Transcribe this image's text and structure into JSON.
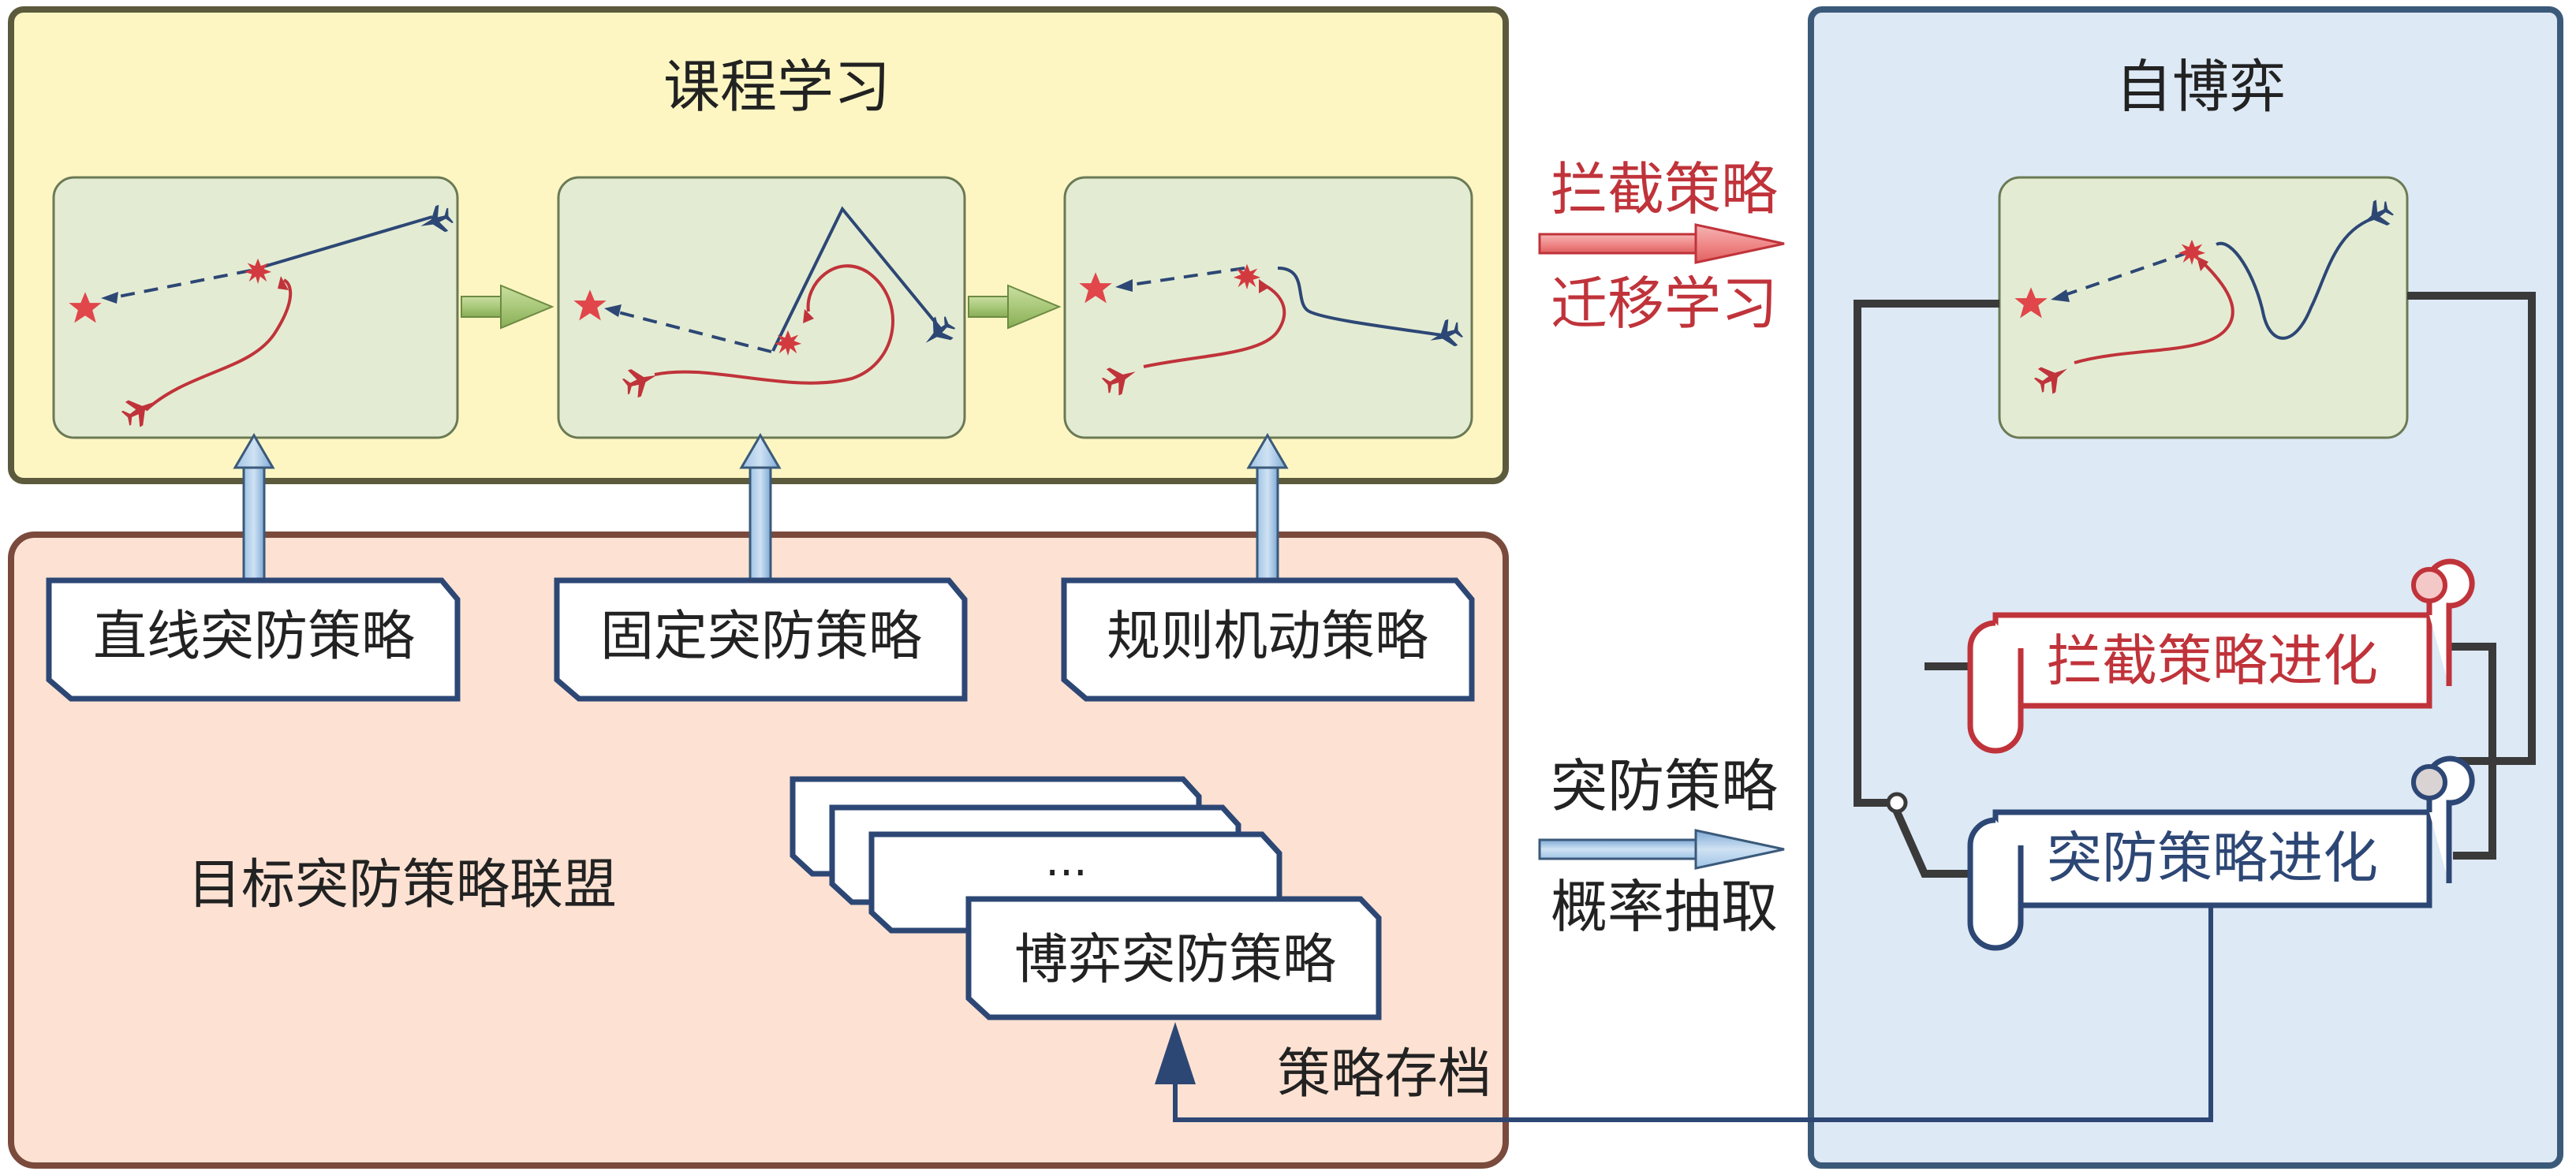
{
  "curriculum": {
    "title": "课程学习",
    "panels": [
      "straight",
      "fixed",
      "maneuver"
    ]
  },
  "selfplay": {
    "title": "自博弈",
    "intercept_evolution": "拦截策略进化",
    "penetration_evolution": "突防策略进化"
  },
  "transfer": {
    "line1": "拦截策略",
    "line2": "迁移学习"
  },
  "sampling": {
    "line1": "突防策略",
    "line2": "概率抽取"
  },
  "alliance": {
    "title": "目标突防策略联盟",
    "cards": [
      "直线突防策略",
      "固定突防策略",
      "规则机动策略"
    ],
    "stack_ellipsis": "...",
    "stack_front": "博弈突防策略",
    "archive": "策略存档"
  },
  "colors": {
    "yellow_bg": "#fdf6c3",
    "yellow_border": "#5c5a3c",
    "pink_bg": "#fde2d3",
    "pink_border": "#7a4a3c",
    "blue_bg": "#dde9f5",
    "blue_border": "#3b5a7a",
    "panel_bg": "#e3ecd3",
    "red": "#c0333a",
    "navy": "#2d4775",
    "green_arrow": "#9bbf6a"
  }
}
